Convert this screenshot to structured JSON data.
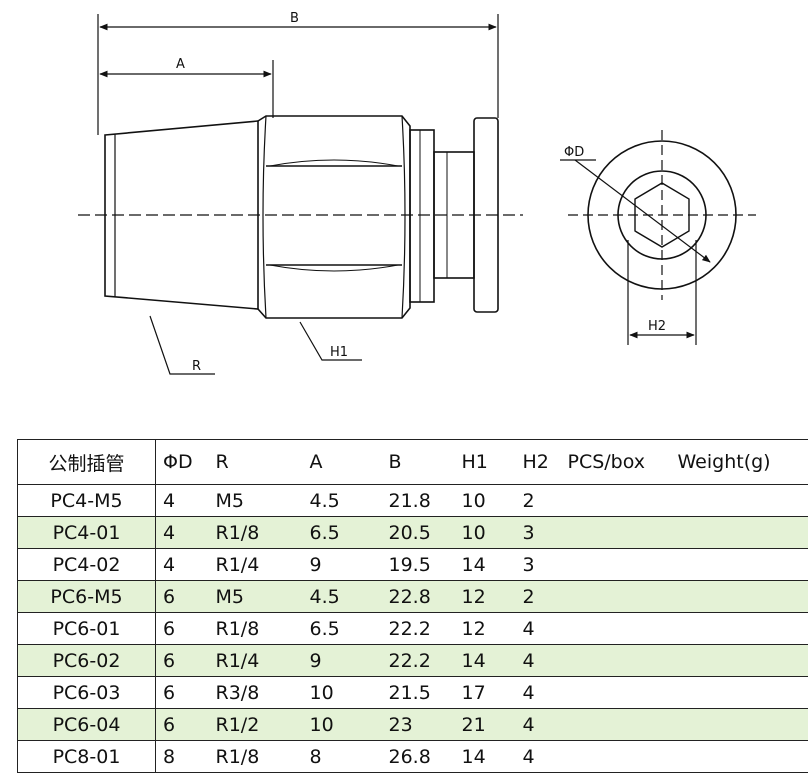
{
  "drawing": {
    "labels": {
      "B": "B",
      "A": "A",
      "R": "R",
      "H1": "H1",
      "phiD": "ΦD",
      "H2": "H2"
    },
    "line_color": "#111111"
  },
  "table": {
    "headers": [
      "公制插管",
      "ΦD",
      "R",
      "A",
      "B",
      "H1",
      "H2",
      "PCS/box",
      "Weight(g)"
    ],
    "rows": [
      [
        "PC4-M5",
        "4",
        "M5",
        "4.5",
        "21.8",
        "10",
        "2",
        "",
        ""
      ],
      [
        "PC4-01",
        "4",
        "R1/8",
        "6.5",
        "20.5",
        "10",
        "3",
        "",
        ""
      ],
      [
        "PC4-02",
        "4",
        "R1/4",
        "9",
        "19.5",
        "14",
        "3",
        "",
        ""
      ],
      [
        "PC6-M5",
        "6",
        "M5",
        "4.5",
        "22.8",
        "12",
        "2",
        "",
        ""
      ],
      [
        "PC6-01",
        "6",
        "R1/8",
        "6.5",
        "22.2",
        "12",
        "4",
        "",
        ""
      ],
      [
        "PC6-02",
        "6",
        "R1/4",
        "9",
        "22.2",
        "14",
        "4",
        "",
        ""
      ],
      [
        "PC6-03",
        "6",
        "R3/8",
        "10",
        "21.5",
        "17",
        "4",
        "",
        ""
      ],
      [
        "PC6-04",
        "6",
        "R1/2",
        "10",
        "23",
        "21",
        "4",
        "",
        ""
      ],
      [
        "PC8-01",
        "8",
        "R1/8",
        "8",
        "26.8",
        "14",
        "4",
        "",
        ""
      ]
    ],
    "alt_row_color": "#e4f2d6"
  }
}
